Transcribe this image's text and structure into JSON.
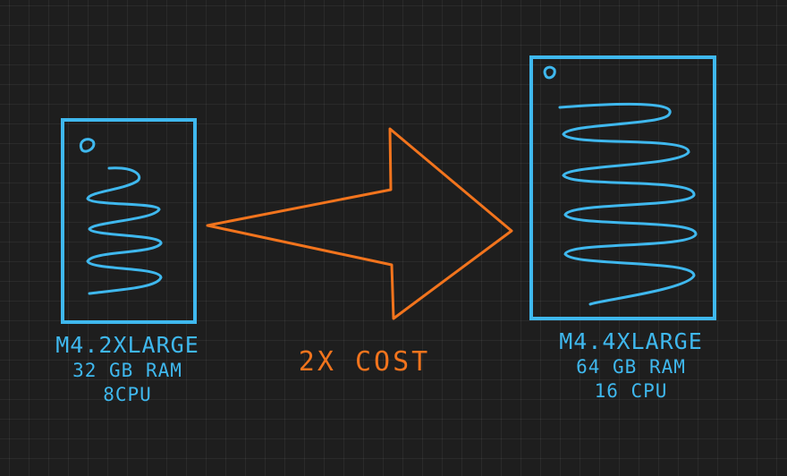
{
  "colors": {
    "background": "#1e1e1e",
    "instance": "#3fb8ee",
    "arrow": "#f2741d"
  },
  "left_instance": {
    "name": "M4.2XLARGE",
    "ram": "32 GB RAM",
    "cpu": "8CPU"
  },
  "arrow_label": "2X COST",
  "right_instance": {
    "name": "M4.4XLARGE",
    "ram": "64 GB RAM",
    "cpu": "16 CPU"
  }
}
